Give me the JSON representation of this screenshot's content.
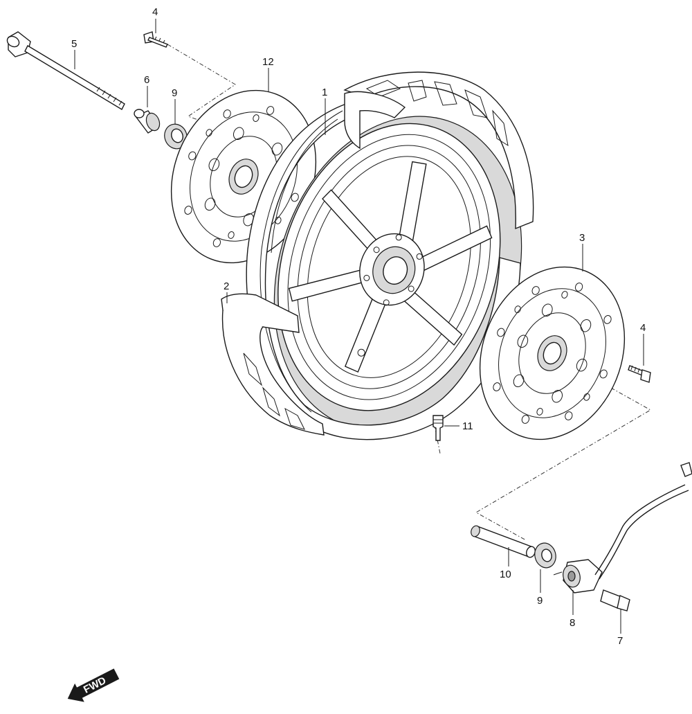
{
  "callouts": {
    "c1": "1",
    "c2": "2",
    "c3": "3",
    "c4a": "4",
    "c4b": "4",
    "c5": "5",
    "c6": "6",
    "c7": "7",
    "c8": "8",
    "c9a": "9",
    "c9b": "9",
    "c10": "10",
    "c11": "11",
    "c12": "12"
  },
  "direction_label": "FWD",
  "colors": {
    "line": "#1a1a1a",
    "fill_light": "#d9d9d9",
    "fill_dark": "#9a9a9a",
    "background": "#ffffff"
  }
}
